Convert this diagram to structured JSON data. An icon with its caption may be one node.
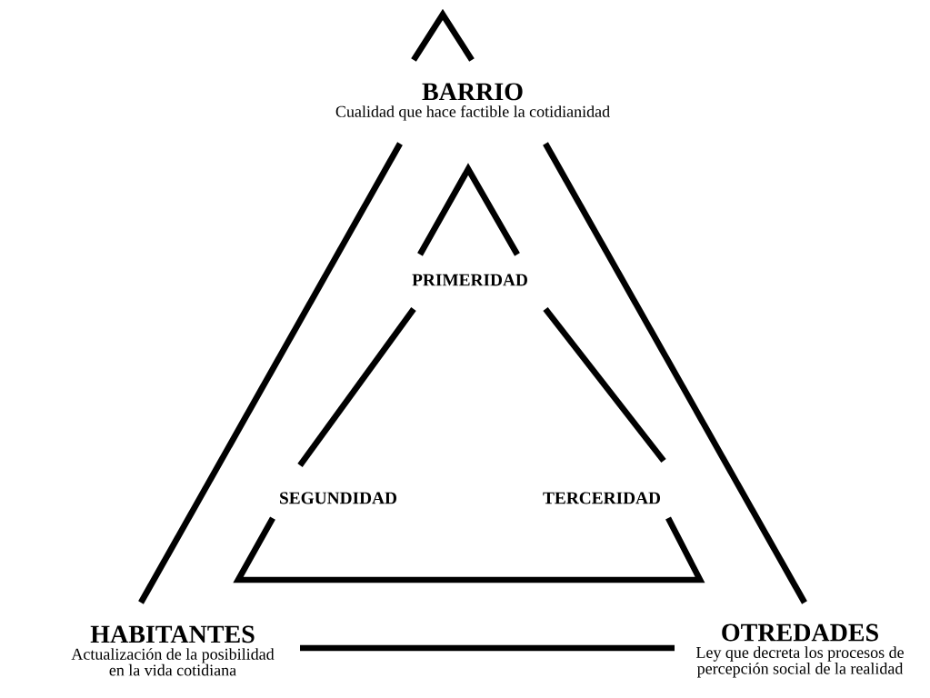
{
  "diagram": {
    "nodes": [
      {
        "text": [
          "BARRIO",
          "Cualidad que hace factible la cotidianidad"
        ]
      },
      {
        "text": [
          "HABITANTES",
          "Actualización de la posibilidad en la vida cotidiana"
        ]
      },
      {
        "text": [
          "OTREDADES",
          "Ley que decreta los procesos de percepción social de la realidad"
        ]
      },
      {
        "text": [
          "PRIMERIDAD"
        ]
      },
      {
        "text": [
          "SEGUNDIDAD"
        ]
      },
      {
        "text": [
          "TERCERIDAD"
        ]
      }
    ],
    "edges": [
      {
        "from": 0,
        "to": 1,
        "arrow": "none"
      },
      {
        "from": 0,
        "to": 2,
        "arrow": "none"
      },
      {
        "from": 1,
        "to": 2,
        "arrow": "none"
      },
      {
        "from": 3,
        "to": 4,
        "arrow": "none"
      },
      {
        "from": 3,
        "to": 5,
        "arrow": "none"
      },
      {
        "from": 4,
        "to": 5,
        "arrow": "none"
      }
    ]
  }
}
